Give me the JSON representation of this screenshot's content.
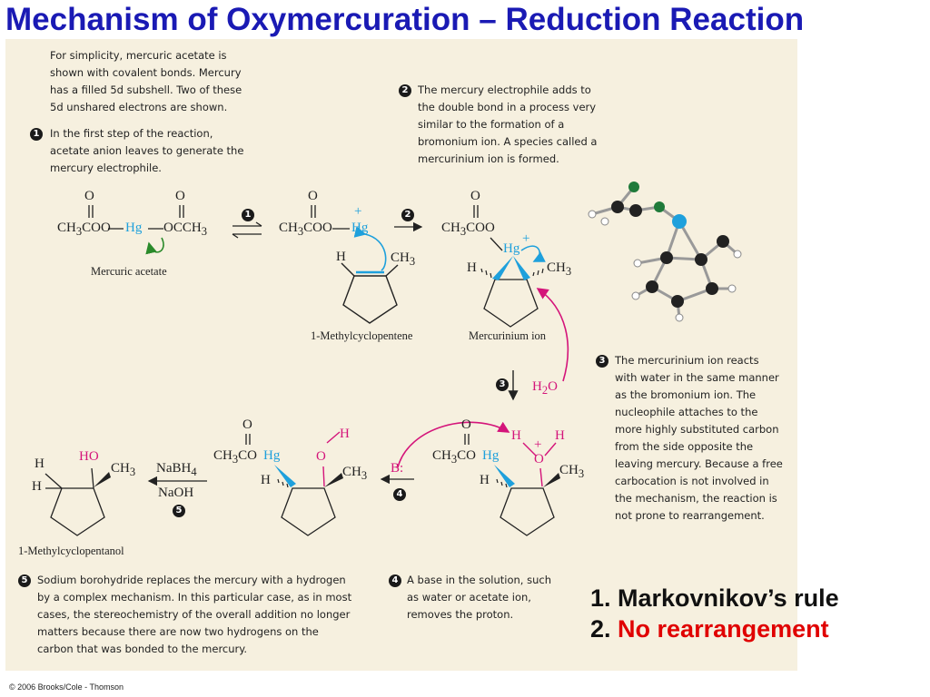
{
  "title": "Mechanism of Oxymercuration – Reduction Reaction",
  "notes": {
    "intro": [
      "For simplicity, mercuric acetate is",
      "shown with covalent bonds. Mercury",
      "has a filled 5d subshell. Two of these",
      "5d unshared electrons are shown."
    ],
    "step1": [
      "In the first step of the reaction,",
      "acetate anion leaves to generate the",
      "mercury electrophile."
    ],
    "step2": [
      "The mercury electrophile adds to",
      "the double bond in a process very",
      "similar to the formation of a",
      "bromonium ion. A species called a",
      "mercurinium ion is formed."
    ],
    "step3": [
      "The mercurinium ion reacts",
      "with water in the same manner",
      "as the bromonium ion. The",
      "nucleophile attaches to the",
      "more highly substituted carbon",
      "from the side opposite the",
      "leaving mercury. Because a free",
      "carbocation is not involved in",
      "the mechanism, the reaction is",
      "not prone to rearrangement."
    ],
    "step4": [
      "A base in the solution, such",
      "as water or acetate ion,",
      "removes the proton."
    ],
    "step5": [
      "Sodium borohydride replaces the mercury with a hydrogen",
      "by a complex mechanism. In this particular case, as in most",
      "cases, the stereochemistry of the overall addition no longer",
      "matters because there are now two hydrogens on the",
      "carbon that was bonded to the mercury."
    ]
  },
  "step_numbers": {
    "s1": "1",
    "s2": "2",
    "s3": "3",
    "s4": "4",
    "s5": "5"
  },
  "labels": {
    "mercuric_acetate": "Mercuric acetate",
    "methylcyclopentene": "1-Methylcyclopentene",
    "mercurinium": "Mercurinium ion",
    "methylcyclopentanol": "1-Methylcyclopentanol"
  },
  "chem": {
    "O": "O",
    "H": "H",
    "HO": "HO",
    "Hg": "Hg",
    "CH3": "CH",
    "sub3": "3",
    "acetyl": "CH",
    "acetyl_tail": "CO",
    "occh3": "OCCH",
    "plus": "+",
    "water_h": "H",
    "water_sub": "2",
    "water_o": "O",
    "base": "B:",
    "reagent1": "NaBH",
    "reagent1_sub": "4",
    "reagent2": "NaOH"
  },
  "rules": {
    "r1": "1. Markovnikov’s rule",
    "r2_num": "2. ",
    "r2_text": "No rearrangement"
  },
  "copyright": "© 2006 Brooks/Cole - Thomson",
  "colors": {
    "title": "#1a1ab4",
    "mercury": "#1ea0dc",
    "water": "#d4147a",
    "electron_arrow": "#2a8a2a",
    "rule_highlight": "#e00000",
    "panel": "#f6f0df"
  }
}
